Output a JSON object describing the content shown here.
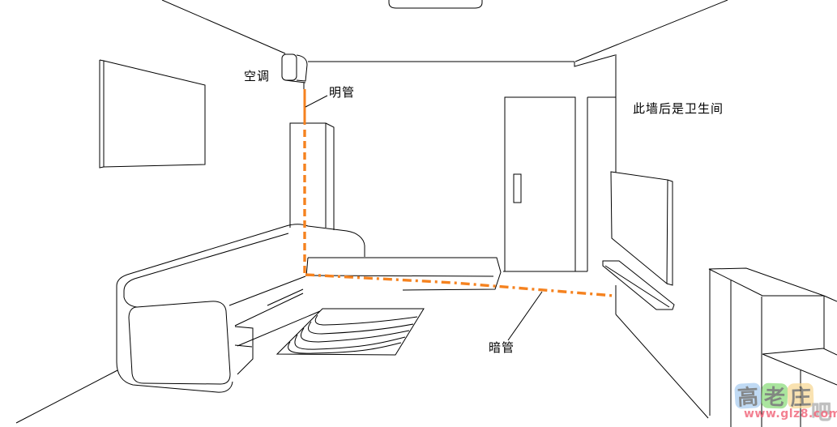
{
  "scene": {
    "labels": {
      "ac": "空调",
      "exposed_pipe": "明管",
      "hidden_pipe": "暗管",
      "wall_note": "此墙后是卫生间"
    },
    "colors": {
      "line": "#000000",
      "pipe_orange": "#f5821f",
      "background": "#ffffff"
    }
  },
  "watermark": {
    "chars": [
      "高",
      "老",
      "庄"
    ],
    "suffix": "吧",
    "url": "www.glz8.com",
    "tile_colors": [
      "#a8ccf0",
      "#8adc7a",
      "#f8d894"
    ],
    "url_color": "#f26a7e"
  }
}
